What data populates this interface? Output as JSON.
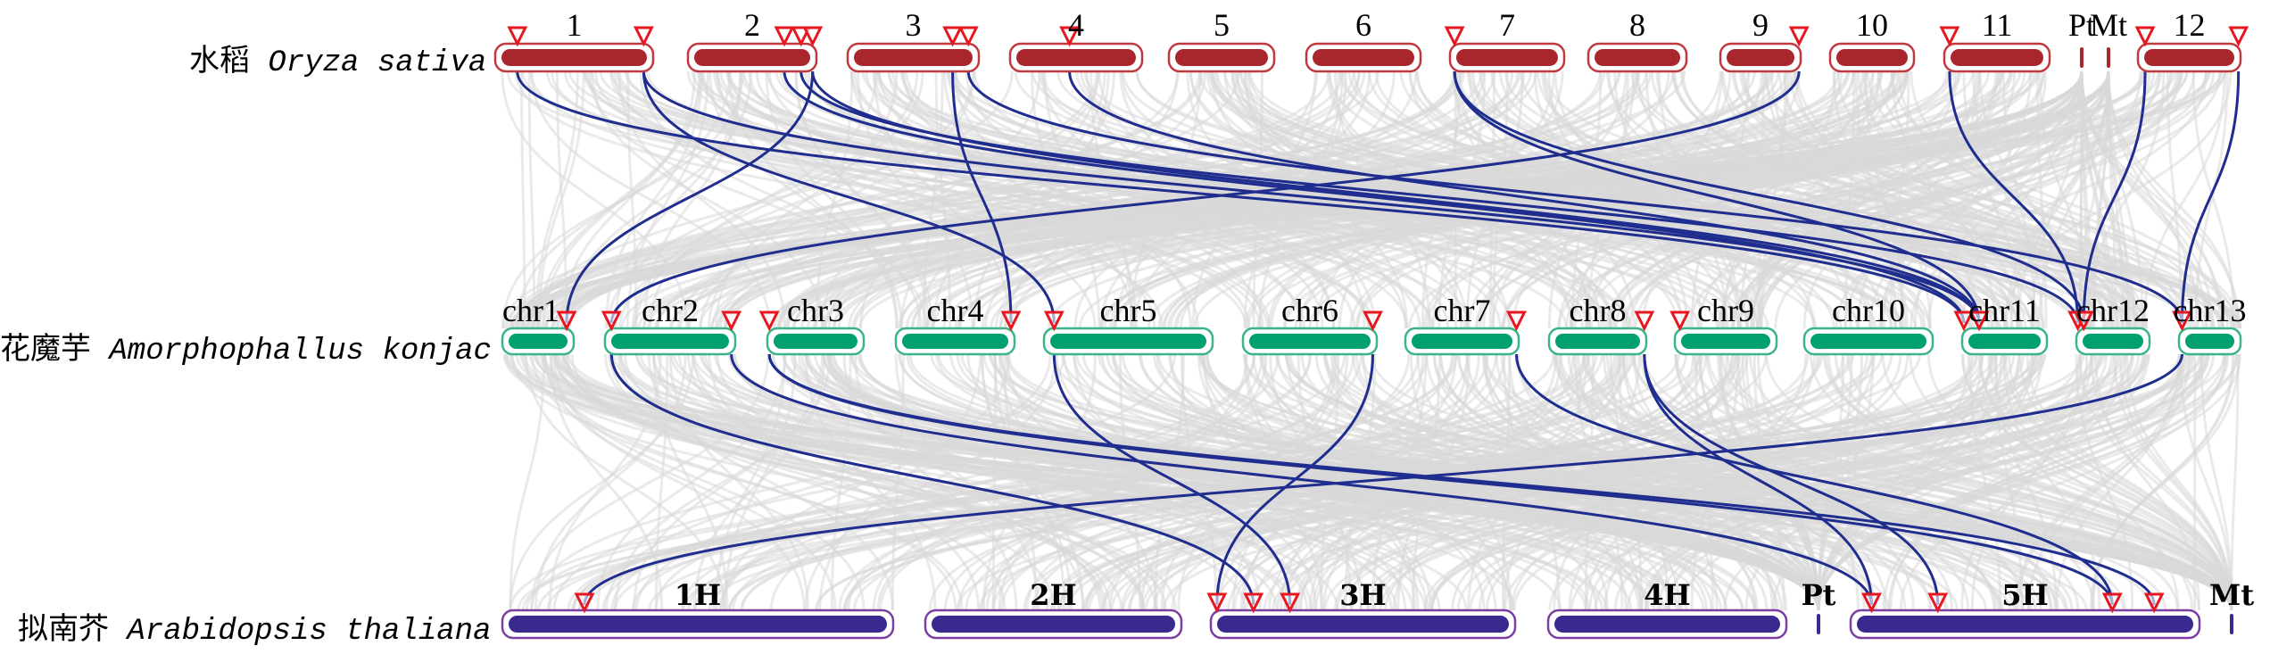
{
  "colors": {
    "rice": "#a8262c",
    "rice_border": "#c0393f",
    "konjac": "#00a070",
    "konjac_border": "#3bb48a",
    "arabidopsis": "#3a2a8f",
    "arabidopsis_border": "#7a3fa0",
    "marker": "#e8161e",
    "highlight_link": "#1f2d8f",
    "background_link": "#d9d9d9"
  },
  "species": [
    {
      "id": "rice",
      "cn": "水稻",
      "latin": "Oryza sativa"
    },
    {
      "id": "konjac",
      "cn": "花魔芋",
      "latin": "Amorphophallus konjac"
    },
    {
      "id": "arabidopsis",
      "cn": "拟南芥",
      "latin": "Arabidopsis thaliana"
    }
  ],
  "rice_chromosomes": [
    {
      "label": "1",
      "markers": [
        0.14,
        0.94
      ]
    },
    {
      "label": "2",
      "markers": [
        0.75,
        0.88,
        0.97
      ]
    },
    {
      "label": "3",
      "markers": [
        0.8,
        0.92
      ]
    },
    {
      "label": "4",
      "markers": [
        0.45
      ]
    },
    {
      "label": "5",
      "markers": []
    },
    {
      "label": "6",
      "markers": []
    },
    {
      "label": "7",
      "markers": [
        0.04
      ]
    },
    {
      "label": "8",
      "markers": []
    },
    {
      "label": "9",
      "markers": [
        0.98
      ]
    },
    {
      "label": "10",
      "markers": []
    },
    {
      "label": "11",
      "markers": [
        0.05
      ]
    },
    {
      "label": "Pt",
      "markers": [],
      "small": true
    },
    {
      "label": "Mt",
      "markers": [],
      "small": true
    },
    {
      "label": "12",
      "markers": [
        0.07,
        0.98
      ]
    }
  ],
  "konjac_chromosomes": [
    {
      "label": "chr1",
      "markers": [
        0.9
      ]
    },
    {
      "label": "chr2",
      "markers": [
        0.05,
        0.97
      ]
    },
    {
      "label": "chr3",
      "markers": [
        0.02
      ]
    },
    {
      "label": "chr4",
      "markers": [
        0.97
      ]
    },
    {
      "label": "chr5",
      "markers": [
        0.06
      ]
    },
    {
      "label": "chr6",
      "markers": [
        0.97
      ]
    },
    {
      "label": "chr7",
      "markers": [
        0.98
      ]
    },
    {
      "label": "chr8",
      "markers": [
        0.98
      ]
    },
    {
      "label": "chr9",
      "markers": [
        0.05
      ]
    },
    {
      "label": "chr10",
      "markers": []
    },
    {
      "label": "chr11",
      "markers": [
        0.02,
        0.2
      ]
    },
    {
      "label": "chr12",
      "markers": [
        0.02,
        0.1
      ]
    },
    {
      "label": "chr13",
      "markers": [
        0.05
      ]
    }
  ],
  "arabidopsis_chromosomes": [
    {
      "label": "1H",
      "markers": [
        0.21
      ]
    },
    {
      "label": "2H",
      "markers": []
    },
    {
      "label": "3H",
      "markers": [
        0.02,
        0.14,
        0.26
      ]
    },
    {
      "label": "4H",
      "markers": []
    },
    {
      "label": "Pt",
      "markers": [],
      "small": true
    },
    {
      "label": "5H",
      "markers": [
        0.06,
        0.25,
        0.75,
        0.87
      ]
    },
    {
      "label": "Mt",
      "markers": [],
      "small": true
    }
  ],
  "highlight_links": [
    {
      "from": [
        "rice",
        0,
        0.14
      ],
      "to": [
        "konjac",
        10,
        0.02
      ]
    },
    {
      "from": [
        "rice",
        0,
        0.94
      ],
      "to": [
        "konjac",
        4,
        0.06
      ]
    },
    {
      "from": [
        "rice",
        0,
        0.94
      ],
      "to": [
        "konjac",
        10,
        0.2
      ]
    },
    {
      "from": [
        "rice",
        1,
        0.75
      ],
      "to": [
        "konjac",
        10,
        0.02
      ]
    },
    {
      "from": [
        "rice",
        1,
        0.88
      ],
      "to": [
        "konjac",
        11,
        0.02
      ]
    },
    {
      "from": [
        "rice",
        1,
        0.97
      ],
      "to": [
        "konjac",
        0,
        0.9
      ]
    },
    {
      "from": [
        "rice",
        1,
        0.97
      ],
      "to": [
        "konjac",
        10,
        0.2
      ]
    },
    {
      "from": [
        "rice",
        2,
        0.8
      ],
      "to": [
        "konjac",
        3,
        0.97
      ]
    },
    {
      "from": [
        "rice",
        2,
        0.92
      ],
      "to": [
        "konjac",
        12,
        0.05
      ]
    },
    {
      "from": [
        "rice",
        3,
        0.45
      ],
      "to": [
        "konjac",
        10,
        0.2
      ]
    },
    {
      "from": [
        "rice",
        6,
        0.04
      ],
      "to": [
        "konjac",
        11,
        0.1
      ]
    },
    {
      "from": [
        "rice",
        6,
        0.04
      ],
      "to": [
        "konjac",
        10,
        0.2
      ]
    },
    {
      "from": [
        "rice",
        8,
        0.98
      ],
      "to": [
        "konjac",
        1,
        0.05
      ]
    },
    {
      "from": [
        "rice",
        10,
        0.05
      ],
      "to": [
        "konjac",
        11,
        0.02
      ]
    },
    {
      "from": [
        "rice",
        13,
        0.07
      ],
      "to": [
        "konjac",
        11,
        0.1
      ]
    },
    {
      "from": [
        "rice",
        13,
        0.98
      ],
      "to": [
        "konjac",
        12,
        0.05
      ]
    },
    {
      "from": [
        "konjac",
        1,
        0.05
      ],
      "to": [
        "arabidopsis",
        2,
        0.14
      ]
    },
    {
      "from": [
        "konjac",
        1,
        0.97
      ],
      "to": [
        "arabidopsis",
        5,
        0.06
      ]
    },
    {
      "from": [
        "konjac",
        2,
        0.02
      ],
      "to": [
        "arabidopsis",
        5,
        0.75
      ]
    },
    {
      "from": [
        "konjac",
        2,
        0.02
      ],
      "to": [
        "arabidopsis",
        5,
        0.87
      ]
    },
    {
      "from": [
        "konjac",
        4,
        0.06
      ],
      "to": [
        "arabidopsis",
        2,
        0.26
      ]
    },
    {
      "from": [
        "konjac",
        5,
        0.97
      ],
      "to": [
        "arabidopsis",
        2,
        0.02
      ]
    },
    {
      "from": [
        "konjac",
        6,
        0.98
      ],
      "to": [
        "arabidopsis",
        5,
        0.75
      ]
    },
    {
      "from": [
        "konjac",
        7,
        0.98
      ],
      "to": [
        "arabidopsis",
        5,
        0.25
      ]
    },
    {
      "from": [
        "konjac",
        7,
        0.98
      ],
      "to": [
        "arabidopsis",
        5,
        0.06
      ]
    },
    {
      "from": [
        "konjac",
        12,
        0.05
      ],
      "to": [
        "arabidopsis",
        0,
        0.21
      ]
    }
  ]
}
